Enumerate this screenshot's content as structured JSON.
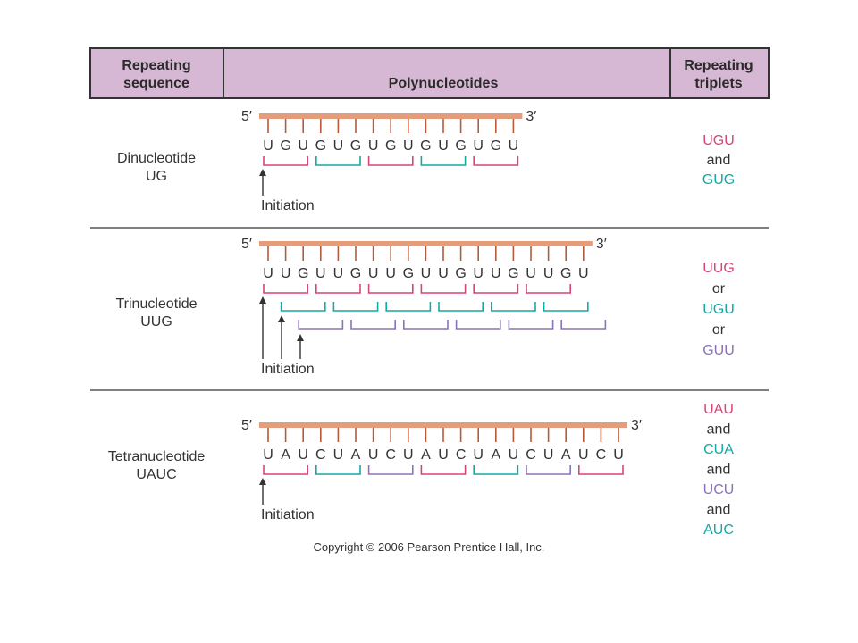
{
  "header": {
    "col1": [
      "Repeating",
      "sequence"
    ],
    "col2": "Polynucleotides",
    "col3": [
      "Repeating",
      "triplets"
    ]
  },
  "colors": {
    "header_bg": "#d7b8d4",
    "strand": "#e39c7c",
    "tick": "#b55a3a",
    "pink": "#d6457a",
    "teal": "#14a8a4",
    "purple": "#8a73b3"
  },
  "rows": [
    {
      "id": "dinucleotide",
      "label": [
        "Dinucleotide",
        "UG"
      ],
      "prime5": "5′",
      "prime3": "3′",
      "sequence": "UGUGUGUGUGUGUGU",
      "frames": [
        {
          "offset": 0,
          "count": 5,
          "colors": [
            "pink",
            "teal"
          ]
        }
      ],
      "arrows": 1,
      "initiation": "Initiation",
      "triplets": [
        {
          "text": "UGU",
          "color": "pink"
        },
        {
          "text": "and",
          "color": "dark"
        },
        {
          "text": "GUG",
          "color": "teal"
        }
      ]
    },
    {
      "id": "trinucleotide",
      "label": [
        "Trinucleotide",
        "UUG"
      ],
      "prime5": "5′",
      "prime3": "3′",
      "sequence": "UUGUUGUUGUUGUUGUUGU",
      "frames": [
        {
          "offset": 0,
          "count": 6,
          "colors": [
            "pink"
          ]
        },
        {
          "offset": 1,
          "count": 6,
          "colors": [
            "teal"
          ]
        },
        {
          "offset": 2,
          "count": 6,
          "colors": [
            "purple"
          ]
        }
      ],
      "arrows": 3,
      "initiation": "Initiation",
      "triplets": [
        {
          "text": "UUG",
          "color": "pink"
        },
        {
          "text": "or",
          "color": "dark"
        },
        {
          "text": "UGU",
          "color": "teal"
        },
        {
          "text": "or",
          "color": "dark"
        },
        {
          "text": "GUU",
          "color": "purple"
        }
      ]
    },
    {
      "id": "tetranucleotide",
      "label": [
        "Tetranucleotide",
        "UAUC"
      ],
      "prime5": "5′",
      "prime3": "3′",
      "sequence": "UAUCUAUCUAUCUAUCUAUCU",
      "frames": [
        {
          "offset": 0,
          "count": 7,
          "colors": [
            "pink",
            "teal",
            "purple"
          ]
        }
      ],
      "arrows": 1,
      "initiation": "Initiation",
      "triplets": [
        {
          "text": "UAU",
          "color": "pink"
        },
        {
          "text": "and",
          "color": "dark"
        },
        {
          "text": "CUA",
          "color": "teal"
        },
        {
          "text": "and",
          "color": "dark"
        },
        {
          "text": "UCU",
          "color": "purple"
        },
        {
          "text": "and",
          "color": "dark"
        },
        {
          "text": "AUC",
          "color": "teal"
        }
      ]
    }
  ],
  "copyright": "Copyright © 2006 Pearson Prentice Hall, Inc."
}
